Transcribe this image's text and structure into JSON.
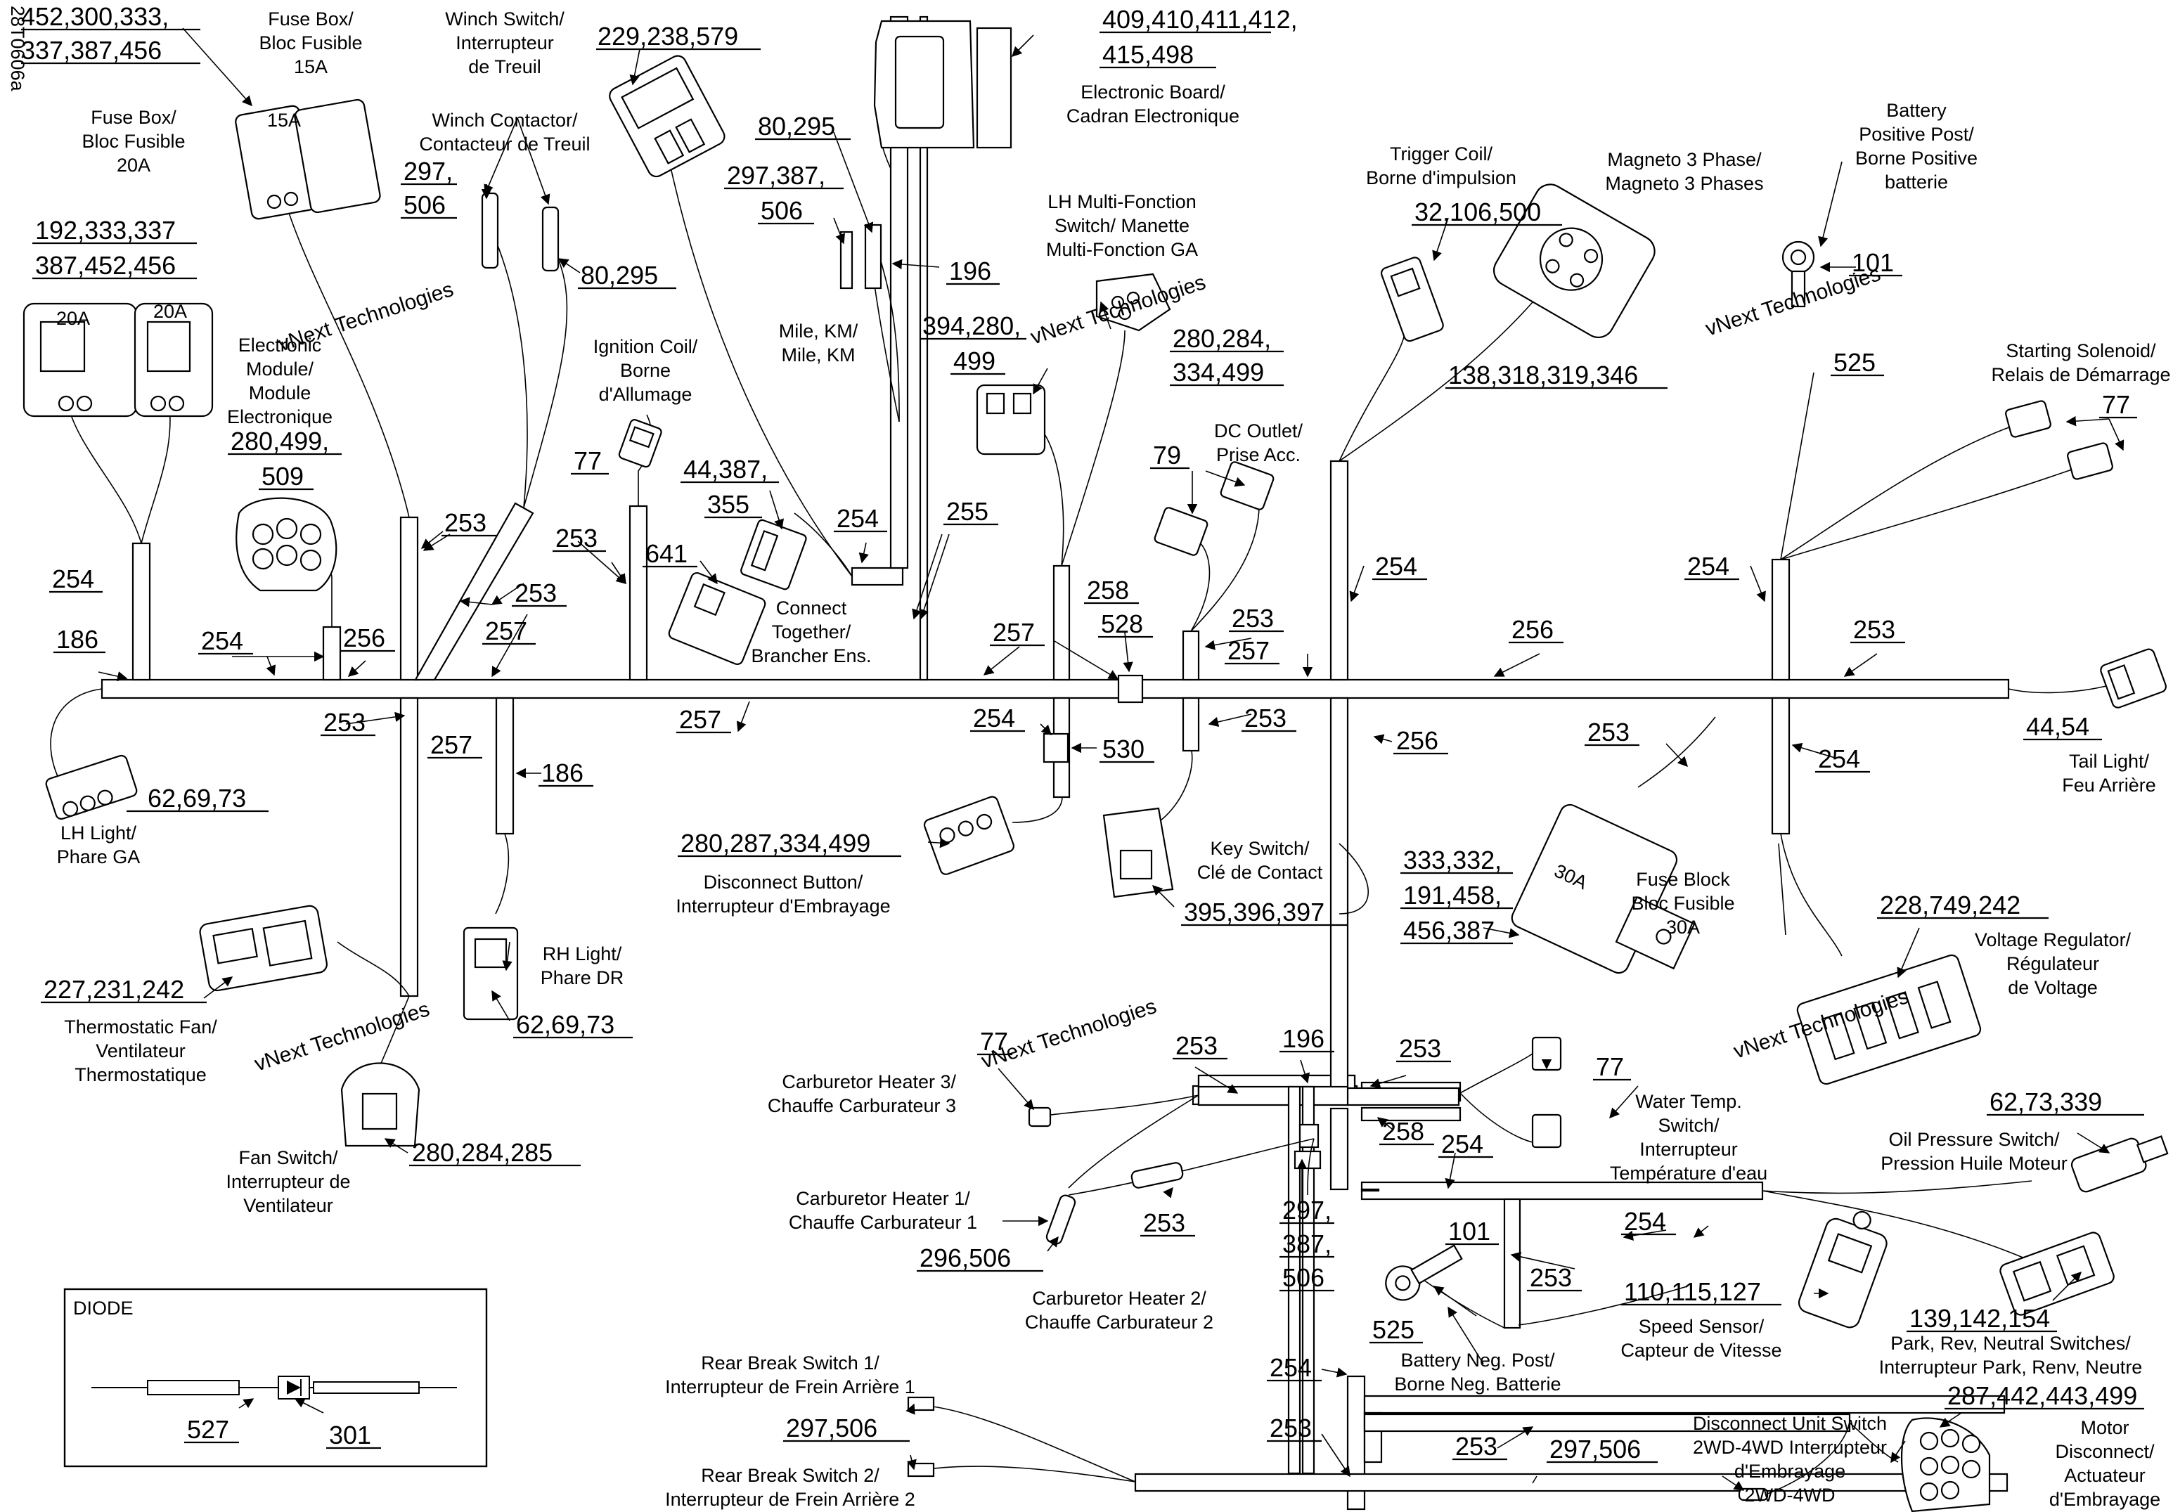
{
  "doc_code": "28T0606a",
  "watermark": "vNext Technologies",
  "parts": {
    "fuse15": {
      "refs": [
        "452,300,333,",
        "337,387,456"
      ],
      "label": [
        "Fuse Box/",
        "Bloc Fusible",
        "15A"
      ],
      "marking": "15A"
    },
    "winch_switch": {
      "label": [
        "Winch Switch/",
        "Interrupteur",
        "de Treuil"
      ],
      "refs": [
        "229,238,579"
      ]
    },
    "ebrd": {
      "refs": [
        "409,410,411,412,",
        "415,498"
      ],
      "label": [
        "Electronic Board/",
        "Cadran Electronique"
      ]
    },
    "fuse20": {
      "label": [
        "Fuse Box/",
        "Bloc Fusible",
        "20A"
      ],
      "refs": [
        "192,333,337",
        "387,452,456"
      ],
      "marking": "20A"
    },
    "winch_contactor": {
      "label": [
        "Winch Contactor/",
        "Contacteur de Treuil"
      ],
      "refs_a": [
        "297,",
        "506"
      ],
      "refs_b": "80,295"
    },
    "mile": {
      "refs_a": "80,295",
      "refs_b": [
        "297,387,",
        "506"
      ],
      "ref_c": "196",
      "label": [
        "Mile, KM/",
        "Mile, KM"
      ]
    },
    "ecm": {
      "label": [
        "Electronic",
        "Module/",
        "Module",
        "Electronique"
      ],
      "refs": [
        "280,499,",
        "509"
      ]
    },
    "ign": {
      "label": [
        "Ignition Coil/",
        "Borne",
        "d'Allumage"
      ],
      "ref": "77"
    },
    "lh_mfs": {
      "label": [
        "LH Multi-Fonction",
        "Switch/ Manette",
        "Multi-Fonction GA"
      ],
      "refs_a": [
        "394,280,",
        "499"
      ],
      "refs_b": [
        "280,284,",
        "334,499"
      ]
    },
    "trigger": {
      "label": [
        "Trigger Coil/",
        "Borne d'impulsion"
      ],
      "refs": "32,106,500"
    },
    "magneto": {
      "label": [
        "Magneto 3 Phase/",
        "Magneto 3 Phases"
      ],
      "refs": "138,318,319,346"
    },
    "battpos": {
      "label": [
        "Battery",
        "Positive Post/",
        "Borne Positive",
        "batterie"
      ],
      "ref_a": "101",
      "ref_b": "525"
    },
    "starter": {
      "label": [
        "Starting Solenoid/",
        "Relais de Démarrage"
      ],
      "ref": "77"
    },
    "connect": {
      "refs_a": [
        "44,387,",
        "355"
      ],
      "ref_b": "641",
      "label": [
        "Connect",
        "Together/",
        "Brancher Ens."
      ]
    },
    "dcout": {
      "label": [
        "DC Outlet/",
        "Prise Acc."
      ],
      "ref": "79"
    },
    "lhlight": {
      "refs": "62,69,73",
      "label": [
        "LH Light/",
        "Phare GA"
      ]
    },
    "rhlight": {
      "label": [
        "RH Light/",
        "Phare DR"
      ],
      "refs": "62,69,73"
    },
    "tail": {
      "refs": "44,54",
      "label": [
        "Tail Light/",
        "Feu Arrière"
      ]
    },
    "disc": {
      "refs": "280,287,334,499",
      "label": [
        "Disconnect Button/",
        "Interrupteur d'Embrayage"
      ]
    },
    "key": {
      "label": [
        "Key Switch/",
        "Clé de Contact"
      ],
      "refs": "395,396,397"
    },
    "fuse30": {
      "refs": [
        "333,332,",
        "191,458,",
        "456,387"
      ],
      "label": [
        "Fuse Block",
        "Bloc Fusible",
        "30A"
      ],
      "marking": "30A"
    },
    "vreg": {
      "refs": "228,749,242",
      "label": [
        "Voltage Regulator/",
        "Régulateur",
        "de Voltage"
      ]
    },
    "fan": {
      "refs": "227,231,242",
      "label": [
        "Thermostatic Fan/",
        "Ventilateur",
        "Thermostatique"
      ]
    },
    "fansw": {
      "label": [
        "Fan Switch/",
        "Interrupteur de",
        "Ventilateur"
      ],
      "refs": "280,284,285"
    },
    "ch3": {
      "ref": "77",
      "label": [
        "Carburetor Heater 3/",
        "Chauffe Carburateur 3"
      ]
    },
    "water": {
      "ref": "77",
      "label": [
        "Water Temp.",
        "Switch/",
        "Interrupteur",
        "Température d'eau"
      ]
    },
    "oilp": {
      "refs": "62,73,339",
      "label": [
        "Oil Pressure Switch/",
        "Pression Huile Moteur"
      ]
    },
    "ch1": {
      "label": [
        "Carburetor Heater 1/",
        "Chauffe Carburateur 1"
      ],
      "refs": "296,506"
    },
    "ch2": {
      "label": [
        "Carburetor Heater 2/",
        "Chauffe Carburateur 2"
      ],
      "refs": [
        "297,",
        "387,",
        "506"
      ]
    },
    "battneg": {
      "ref_a": "101",
      "ref_b": "525",
      "label": [
        "Battery Neg. Post/",
        "Borne Neg. Batterie"
      ]
    },
    "speed": {
      "refs": "110,115,127",
      "label": [
        "Speed Sensor/",
        "Capteur de Vitesse"
      ]
    },
    "park": {
      "refs": "139,142,154",
      "label": [
        "Park, Rev, Neutral Switches/",
        "Interrupteur Park, Renv, Neutre"
      ]
    },
    "diode": {
      "title": "DIODE",
      "ref_a": "527",
      "ref_b": "301"
    },
    "rbs1": {
      "label": [
        "Rear Break Switch 1/",
        "Interrupteur de Frein Arrière 1"
      ],
      "refs": "297,506"
    },
    "rbs2": {
      "label": [
        "Rear Break Switch 2/",
        "Interrupteur de Frein Arrière 2"
      ]
    },
    "dus": {
      "refs": "297,506",
      "label": [
        "Disconnect Unit Switch",
        "2WD-4WD Interrupteur",
        "d'Embrayage",
        "2WD-4WD"
      ]
    },
    "motor": {
      "refs": "287,442,443,499",
      "label": [
        "Motor",
        "Disconnect/",
        "Actuateur",
        "d'Embrayage"
      ]
    }
  },
  "harness": {
    "h_254a": "254",
    "h_186a": "186",
    "h_254b": "254",
    "h_256a": "256",
    "h_253a": "253",
    "h_253b": "253",
    "h_257a": "257",
    "h_253c": "253",
    "h_254c": "254",
    "h_255": "255",
    "h_258": "258",
    "h_528": "528",
    "h_257b": "257",
    "h_253d": "253",
    "h_257c": "257",
    "h_254d": "254",
    "h_256b": "256",
    "h_254e": "254",
    "h_253e": "253",
    "h_253f": "253",
    "h_257d": "257",
    "h_186b": "186",
    "h_257e": "257",
    "h_254f": "254",
    "h_530": "530",
    "h_253g": "253",
    "h_256c": "256",
    "h_253h": "253",
    "h_254g": "254",
    "h_253i": "253",
    "h_196": "196",
    "h_253j": "253",
    "h_258b": "258",
    "h_254h": "254",
    "h_253k": "253",
    "h_254i": "254",
    "h_253l": "253",
    "h_254j": "254",
    "h_253m": "253",
    "h_253n": "253"
  }
}
